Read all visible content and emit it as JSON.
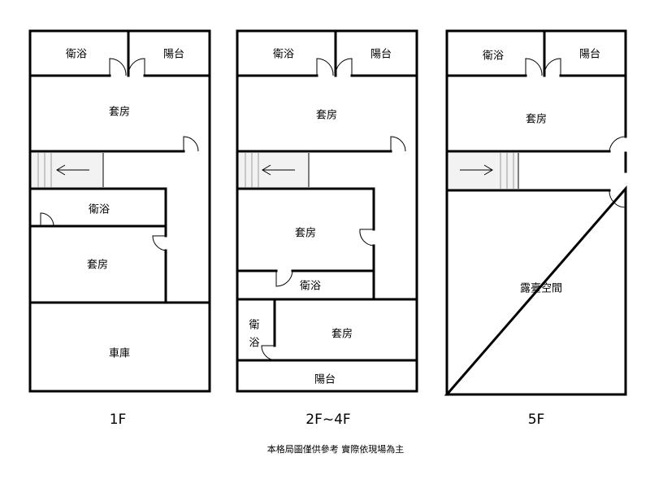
{
  "floors": {
    "f1": {
      "label": "1F",
      "rooms": {
        "bath_top": "衛浴",
        "balcony_top": "陽台",
        "suite_top": "套房",
        "bath_mid": "衛浴",
        "suite_mid": "套房",
        "garage": "車庫"
      }
    },
    "f2": {
      "label": "2F~4F",
      "rooms": {
        "bath_top": "衛浴",
        "balcony_top": "陽台",
        "suite_top": "套房",
        "suite_mid": "套房",
        "bath_mid": "衛浴",
        "bath_low_1": "衛",
        "bath_low_2": "浴",
        "suite_low": "套房",
        "balcony_bottom": "陽台"
      }
    },
    "f5": {
      "label": "5F",
      "rooms": {
        "bath_top": "衛浴",
        "balcony_top": "陽台",
        "suite_top": "套房",
        "terrace": "露臺空間"
      }
    }
  },
  "note": "本格局圖僅供參考 實際依現場為主"
}
